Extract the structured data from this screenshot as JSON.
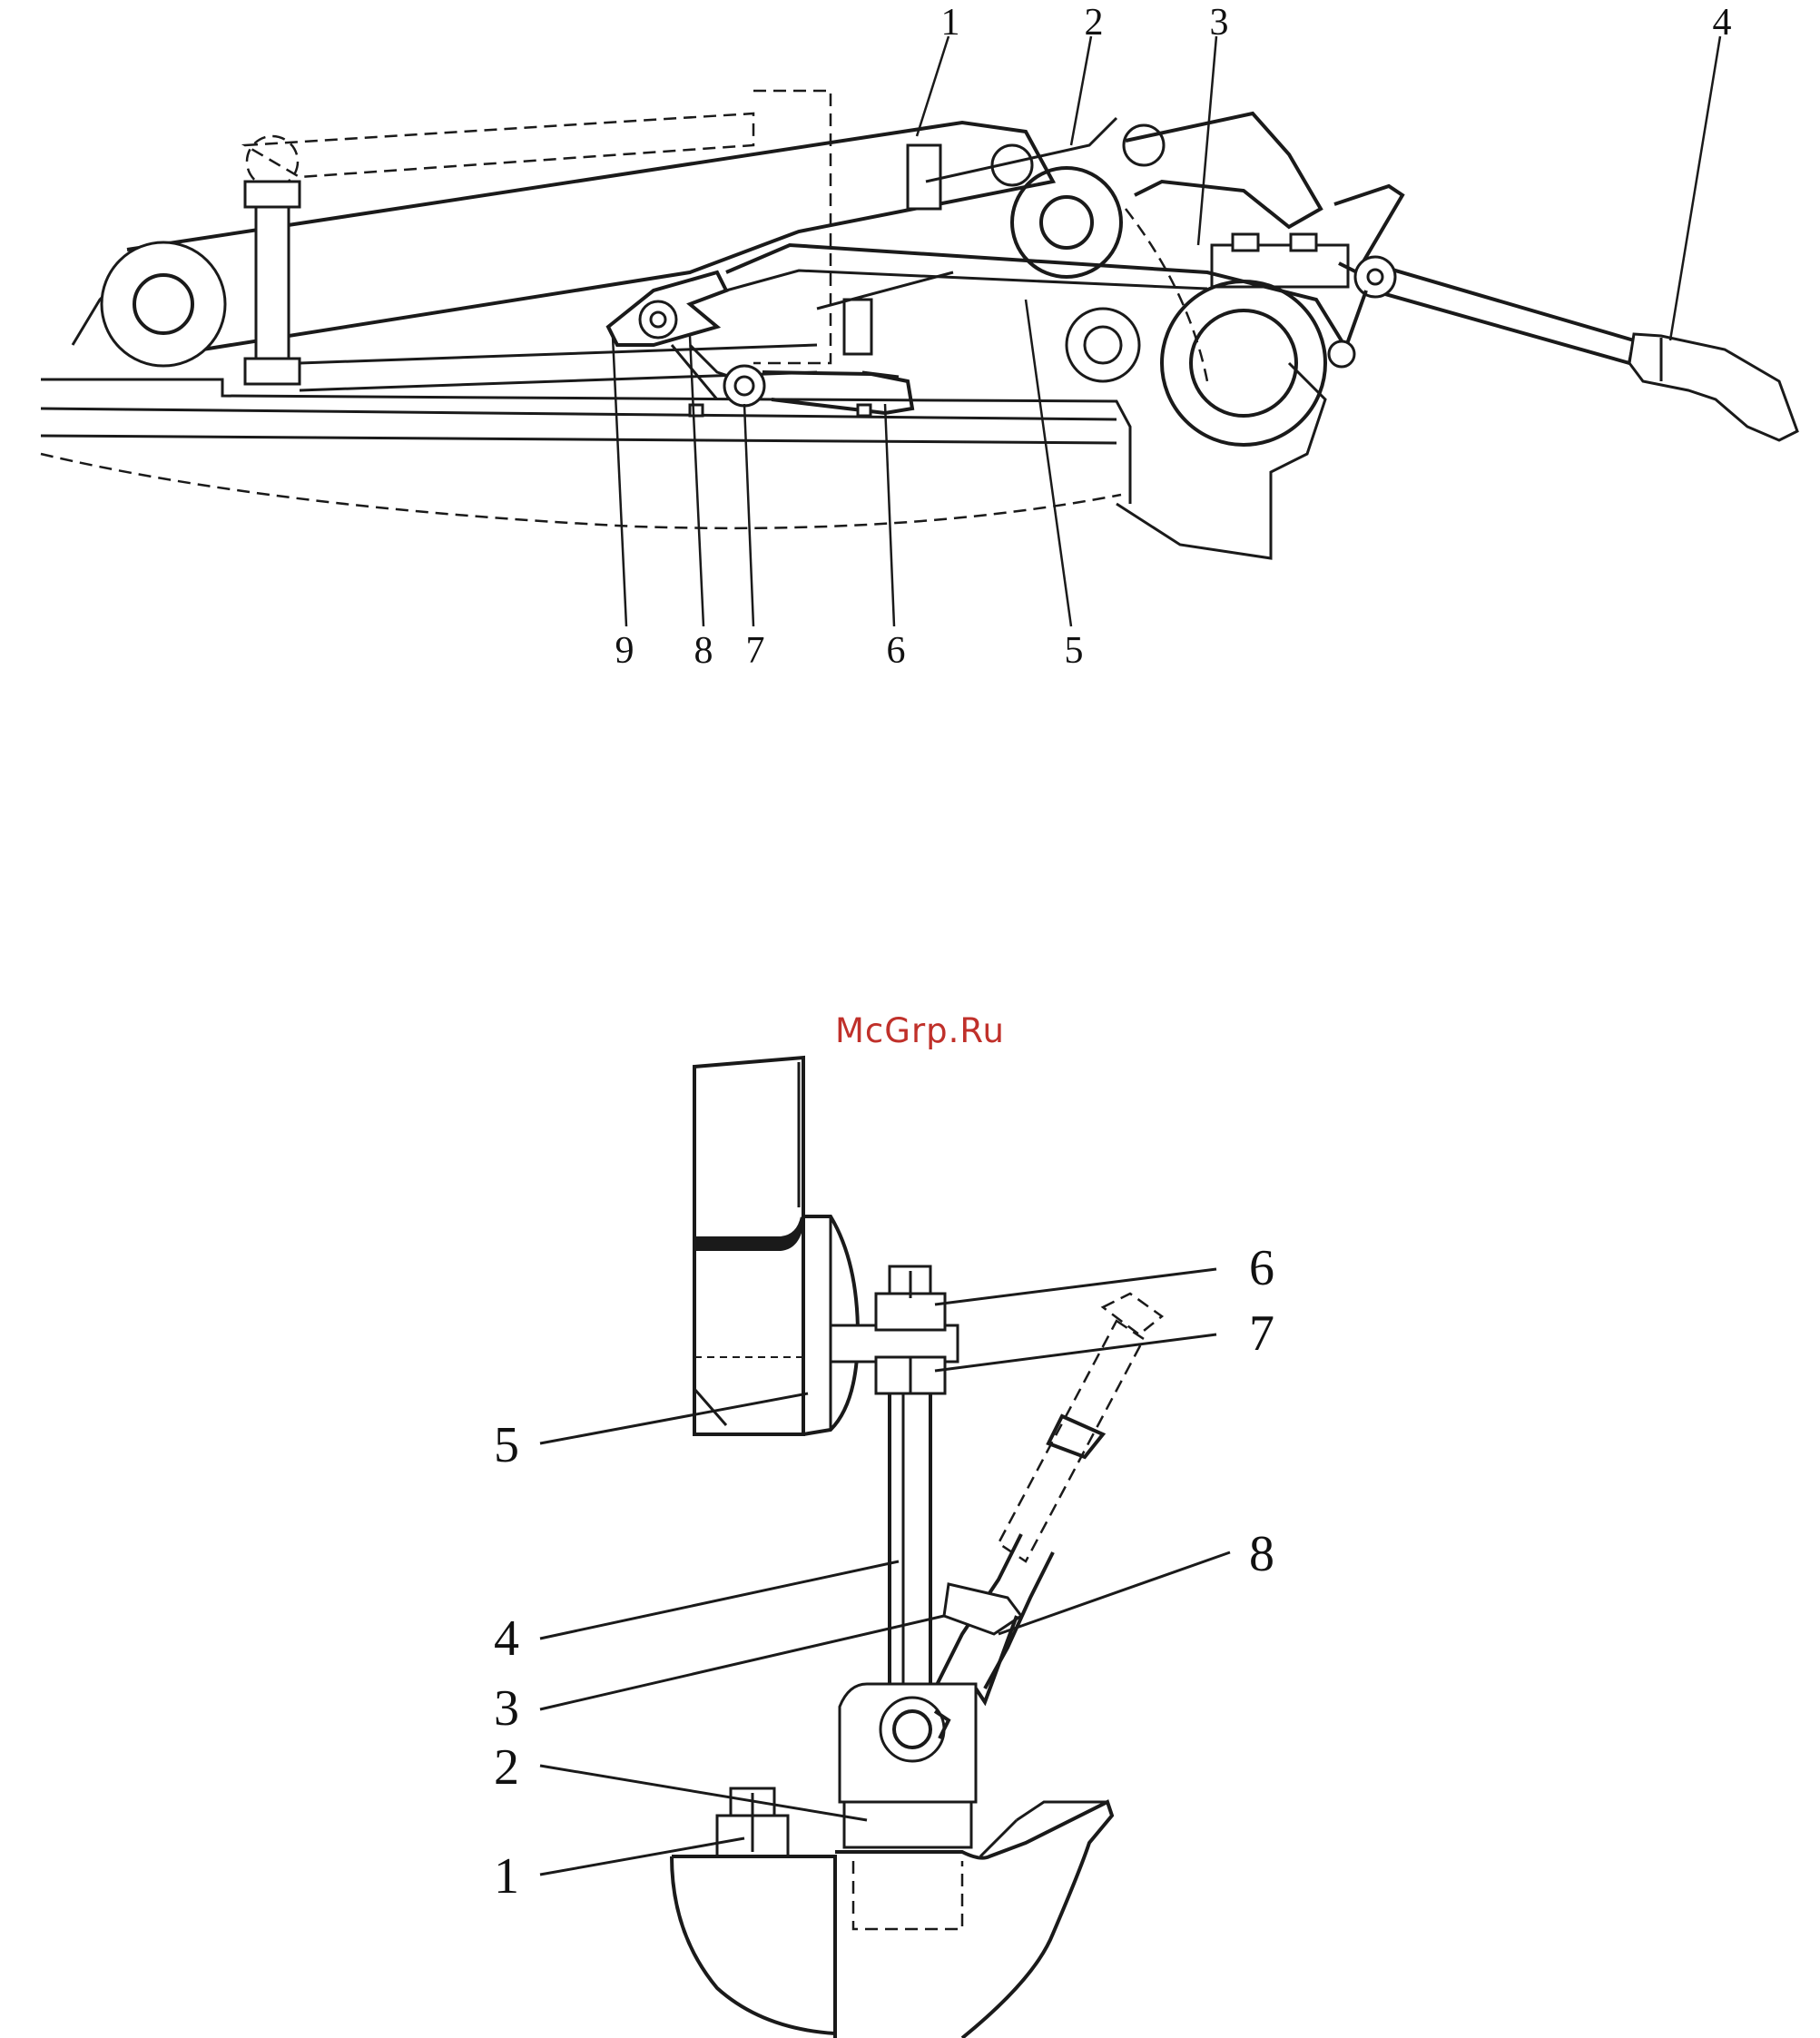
{
  "top_view": {
    "labels": [
      "1",
      "2",
      "3",
      "4",
      "5",
      "6",
      "7",
      "8",
      "9"
    ]
  },
  "watermark": "McGrp.Ru",
  "bottom_view": {
    "labels": [
      "1",
      "2",
      "3",
      "4",
      "5",
      "6",
      "7",
      "8"
    ]
  }
}
